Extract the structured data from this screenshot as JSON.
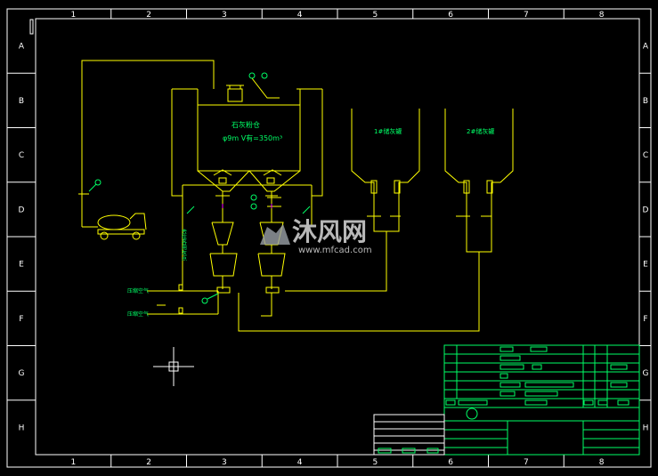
{
  "frame": {
    "columns": [
      "1",
      "2",
      "3",
      "4",
      "5",
      "6",
      "7",
      "8"
    ],
    "rows": [
      "A",
      "B",
      "C",
      "D",
      "E",
      "F",
      "G",
      "H"
    ]
  },
  "labels": {
    "main_silo": "石灰粉仓",
    "main_silo_spec": "φ9m  V有=350m³",
    "silo_1": "1#储灰罐",
    "silo_2": "2#储灰罐",
    "inlet_1": "压缩空气",
    "inlet_2": "压缩空气",
    "vertical_note": "去往各用灰点"
  },
  "watermark": {
    "brand": "沐风网",
    "url": "www.mfcad.com"
  },
  "colors": {
    "background": "#000000",
    "frame": "#ffffff",
    "process": "#ffff00",
    "green": "#00ff66",
    "magenta": "#ff00ff",
    "cyan": "#00ffff",
    "watermark": "#b8b8b8"
  },
  "icons": [
    "tanker-truck-icon",
    "crosshair-cursor-icon",
    "logo-icon"
  ]
}
